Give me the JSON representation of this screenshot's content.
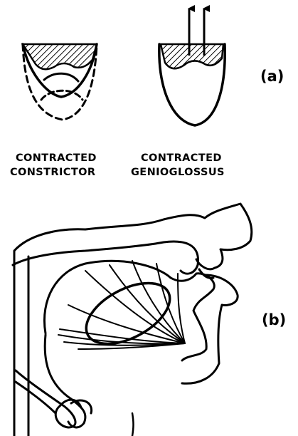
{
  "panel_a": {
    "label": "(a)",
    "left_caption": [
      "CONTRACTED",
      "CONSTRICTOR"
    ],
    "right_caption": [
      "CONTRACTED",
      "GENIOGLOSSUS"
    ]
  },
  "panel_b": {
    "label": "(b)"
  }
}
